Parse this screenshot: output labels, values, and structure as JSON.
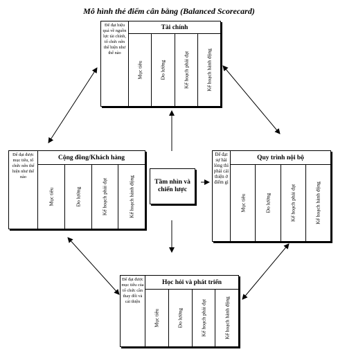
{
  "title": "Mô hình thẻ điểm cân bằng (Balanced Scorecard)",
  "center": "Tầm nhìn và chiến lược",
  "columns": [
    "Mục tiêu",
    "Đo lường",
    "Kế hoạch phải đạt",
    "Kế hoạch hành động"
  ],
  "boxes": {
    "finance": {
      "header": "Tài chính",
      "question": "Để đạt hiệu quả về nguồn lực tài chính, tổ chức nên thể hiện như thế nào"
    },
    "customer": {
      "header": "Cộng đồng/Khách hàng",
      "question": "Để đạt được mục tiêu, tổ chức nên thể hiện như thế nào"
    },
    "process": {
      "header": "Quy trình nội bộ",
      "question": "Để đạt sự hài lòng thì phải cải thiện ở điểm gì"
    },
    "learning": {
      "header": "Học hỏi và phát triển",
      "question": "Để đạt được mục tiêu của tổ chức cần thay đổi và cải thiện"
    }
  }
}
